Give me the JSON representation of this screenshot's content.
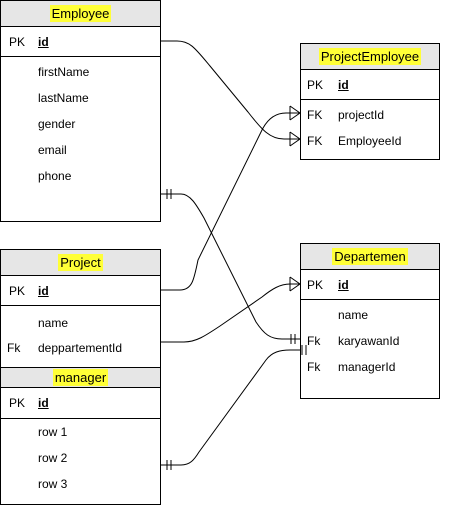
{
  "entities": {
    "employee": {
      "title": "Employee",
      "pk_key": "PK",
      "pk_field": "id",
      "fields": [
        "firstName",
        "lastName",
        "gender",
        "email",
        "phone"
      ]
    },
    "project_employee": {
      "title": "ProjectEmployee",
      "pk_key": "PK",
      "pk_field": "id",
      "fk_rows": [
        {
          "key": "FK",
          "field": "projectId"
        },
        {
          "key": "FK",
          "field": "EmployeeId"
        }
      ]
    },
    "project": {
      "title": "Project",
      "pk_key": "PK",
      "pk_field": "id",
      "field": "name",
      "fk_key": "Fk",
      "fk_field": "deppartementId"
    },
    "manager": {
      "title": "manager",
      "pk_key": "PK",
      "pk_field": "id",
      "rows": [
        "row 1",
        "row 2",
        "row 3"
      ]
    },
    "departemen": {
      "title": "Departemen",
      "pk_key": "PK",
      "pk_field": "id",
      "field": "name",
      "fk_rows": [
        {
          "key": "Fk",
          "field": "karyawanId"
        },
        {
          "key": "Fk",
          "field": "managerId"
        }
      ]
    }
  },
  "relationships": [
    {
      "from": "Employee.id",
      "to": "ProjectEmployee.EmployeeId",
      "end": "many"
    },
    {
      "from": "Project.id",
      "to": "ProjectEmployee.projectId",
      "end": "many"
    },
    {
      "from": "Project.deppartementId",
      "to": "Departemen.id",
      "end": "many"
    },
    {
      "from": "Employee.phone",
      "to": "Departemen.karyawanId",
      "end": "one-and-only-one"
    },
    {
      "from": "manager.row 2",
      "to": "Departemen.karyawanId",
      "end": "one-and-only-one"
    }
  ]
}
